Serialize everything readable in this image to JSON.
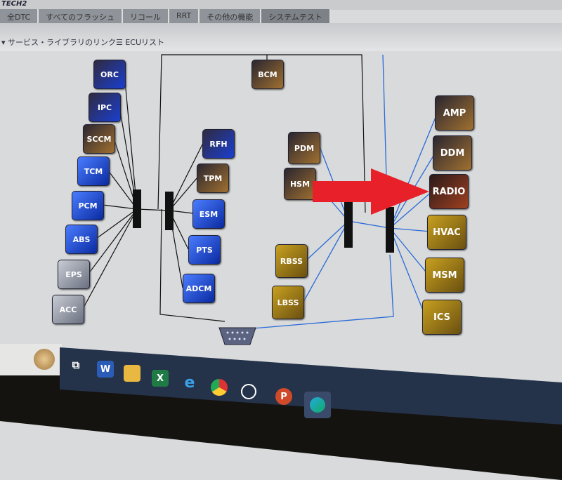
{
  "app": {
    "logo": "TECH2"
  },
  "tabs": [
    "全DTC",
    "すべてのフラッシュ",
    "リコール",
    "RRT",
    "その他の機能",
    "システムテスト"
  ],
  "links": {
    "service_library": "▾ サービス・ライブラリのリンク",
    "ecu_list": "☰ ECUリスト"
  },
  "nodes": {
    "orc": "ORC",
    "ipc": "IPC",
    "sccm": "SCCM",
    "tcm": "TCM",
    "pcm": "PCM",
    "abs": "ABS",
    "eps": "EPS",
    "acc": "ACC",
    "rfh": "RFH",
    "tpm": "TPM",
    "esm": "ESM",
    "pts": "PTS",
    "adcm": "ADCM",
    "bcm": "BCM",
    "pdm": "PDM",
    "hsm": "HSM",
    "rbss": "RBSS",
    "lbss": "LBSS",
    "amp": "AMP",
    "ddm": "DDM",
    "radio": "RADIO",
    "hvac": "HVAC",
    "msm": "MSM",
    "ics": "ICS"
  },
  "taskbar": {
    "word": "W",
    "excel": "X",
    "powerpoint": "P"
  },
  "colors": {
    "arrow": "#e8202a",
    "can_wire": "#2a6ad8",
    "black_wire": "#111111"
  }
}
